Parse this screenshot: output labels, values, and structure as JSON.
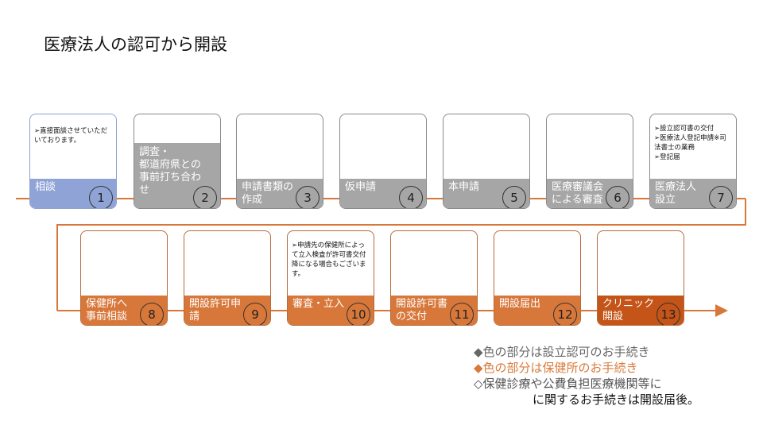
{
  "title": "医療法人の認可から開設",
  "row1": [
    {
      "label": "相談",
      "num": "1",
      "note": "➢直接面談させていただいております。"
    },
    {
      "label": "調査・\n都道府県との事前打ち合わせ",
      "num": "2",
      "note": ""
    },
    {
      "label": "申請書類の\n作成",
      "num": "3",
      "note": ""
    },
    {
      "label": "仮申請",
      "num": "4",
      "note": ""
    },
    {
      "label": "本申請",
      "num": "5",
      "note": ""
    },
    {
      "label": "医療審議会\nによる審査",
      "num": "6",
      "note": ""
    },
    {
      "label": "医療法人\n設立",
      "num": "7",
      "notes": [
        "➢設立認可書の交付",
        "➢医療法人登記申請※司法書士の業務",
        "➢登記届"
      ]
    }
  ],
  "row2": [
    {
      "label": "保健所へ\n事前相談",
      "num": "8",
      "note": ""
    },
    {
      "label": "開設許可申\n請",
      "num": "9",
      "note": ""
    },
    {
      "label": "審査・立入",
      "num": "10",
      "note": "➢申請先の保健所によって立入検査が許可書交付降になる場合もございます。"
    },
    {
      "label": "開設許可書\nの交付",
      "num": "11",
      "note": ""
    },
    {
      "label": "開設届出",
      "num": "12",
      "note": ""
    },
    {
      "label": "クリニック\n開設",
      "num": "13",
      "note": ""
    }
  ],
  "legend": {
    "line1": "◆色の部分は設立認可のお手続き",
    "line2": "◆色の部分は保健所のお手続き",
    "line3": "◇保健診療や公費負担医療機関等に",
    "line4": "に関するお手続きは開設届後。"
  },
  "colors": {
    "blue": "#8fa3d6",
    "gray": "#a6a6a6",
    "orange": "#d8773a",
    "dark_orange": "#c45417",
    "connector": "#d8773a"
  }
}
